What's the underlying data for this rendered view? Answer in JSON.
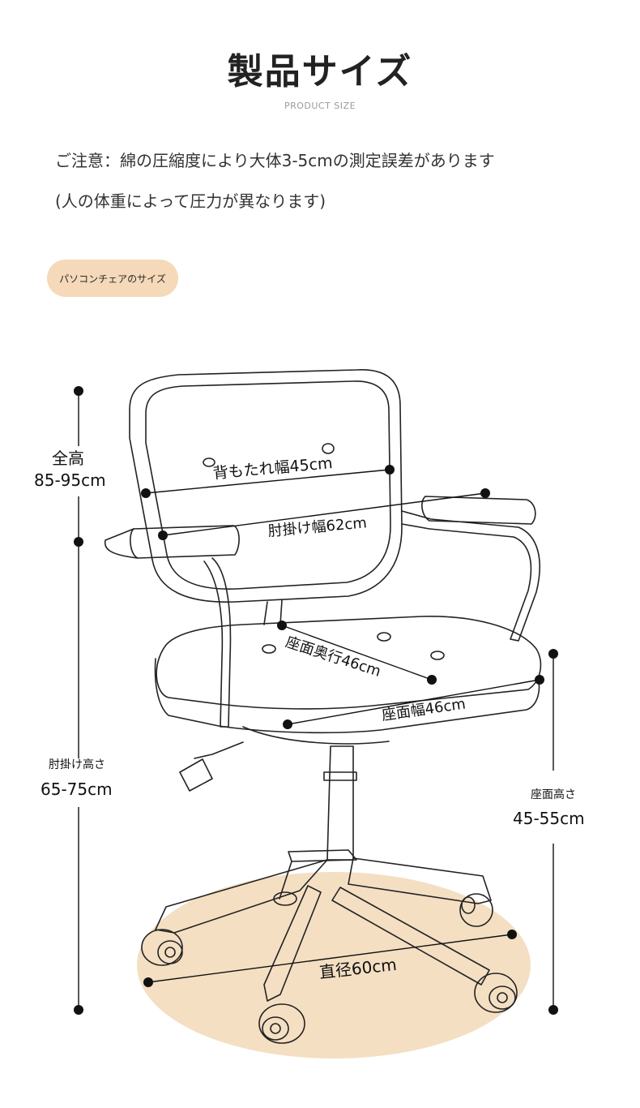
{
  "header": {
    "title": "製品サイズ",
    "subtitle": "PRODUCT SIZE"
  },
  "notes": {
    "line1": "ご注意：綿の圧縮度により大体3-5cmの測定誤差があります",
    "line2": "(人の体重によって圧力が異なります)"
  },
  "badge": {
    "label": "パソコンチェアのサイズ"
  },
  "dimensions": {
    "total_height_label": "全高",
    "total_height_value": "85-95cm",
    "armrest_height_label": "肘掛け高さ",
    "armrest_height_value": "65-75cm",
    "seat_height_label": "座面高さ",
    "seat_height_value": "45-55cm",
    "backrest_width": "背もたれ幅45cm",
    "armrest_width": "肘掛け幅62cm",
    "seat_depth": "座面奥行46cm",
    "seat_width": "座面幅46cm",
    "base_diameter": "直径60cm"
  },
  "colors": {
    "badge_bg": "#f5d9b8",
    "floor_shadow": "#f3dcbc",
    "line": "#111111"
  }
}
